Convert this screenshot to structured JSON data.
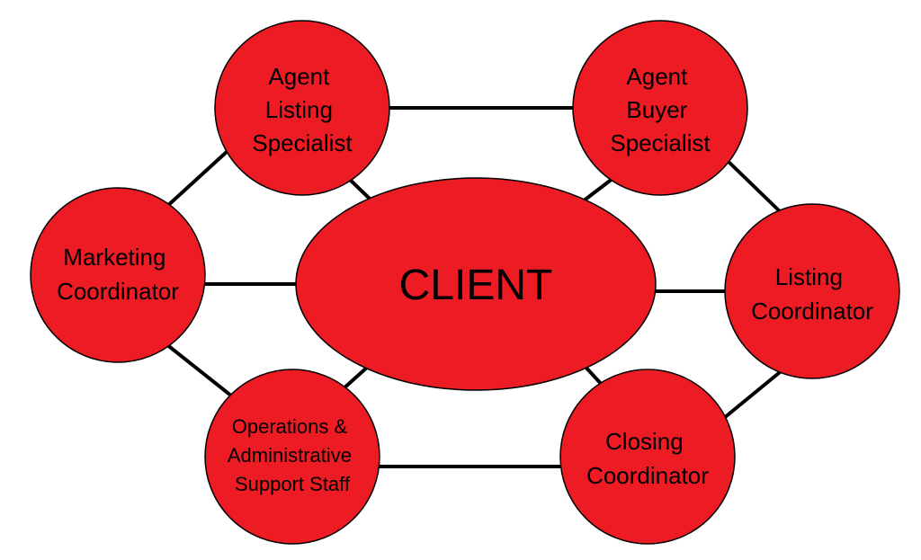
{
  "diagram": {
    "colors": {
      "node_fill": "#ED1C24",
      "stroke": "#000000",
      "text": "#000000",
      "background": "#FFFFFF"
    },
    "nodes": {
      "client": {
        "label": "CLIENT"
      },
      "agent_listing": {
        "lines": [
          "Agent",
          "Listing",
          "Specialist"
        ]
      },
      "agent_buyer": {
        "lines": [
          "Agent",
          "Buyer",
          "Specialist"
        ]
      },
      "marketing": {
        "lines": [
          "Marketing",
          "Coordinator"
        ]
      },
      "listing_coord": {
        "lines": [
          "Listing",
          "Coordinator"
        ]
      },
      "operations": {
        "lines": [
          "Operations &",
          "Administrative",
          "Support Staff"
        ]
      },
      "closing": {
        "lines": [
          "Closing",
          "Coordinator"
        ]
      }
    },
    "edges": [
      [
        "agent_listing",
        "agent_buyer"
      ],
      [
        "agent_listing",
        "marketing"
      ],
      [
        "agent_listing",
        "client"
      ],
      [
        "agent_buyer",
        "listing_coord"
      ],
      [
        "agent_buyer",
        "client"
      ],
      [
        "marketing",
        "client"
      ],
      [
        "marketing",
        "operations"
      ],
      [
        "listing_coord",
        "client"
      ],
      [
        "listing_coord",
        "closing"
      ],
      [
        "operations",
        "closing"
      ],
      [
        "operations",
        "client"
      ],
      [
        "closing",
        "client"
      ]
    ]
  }
}
